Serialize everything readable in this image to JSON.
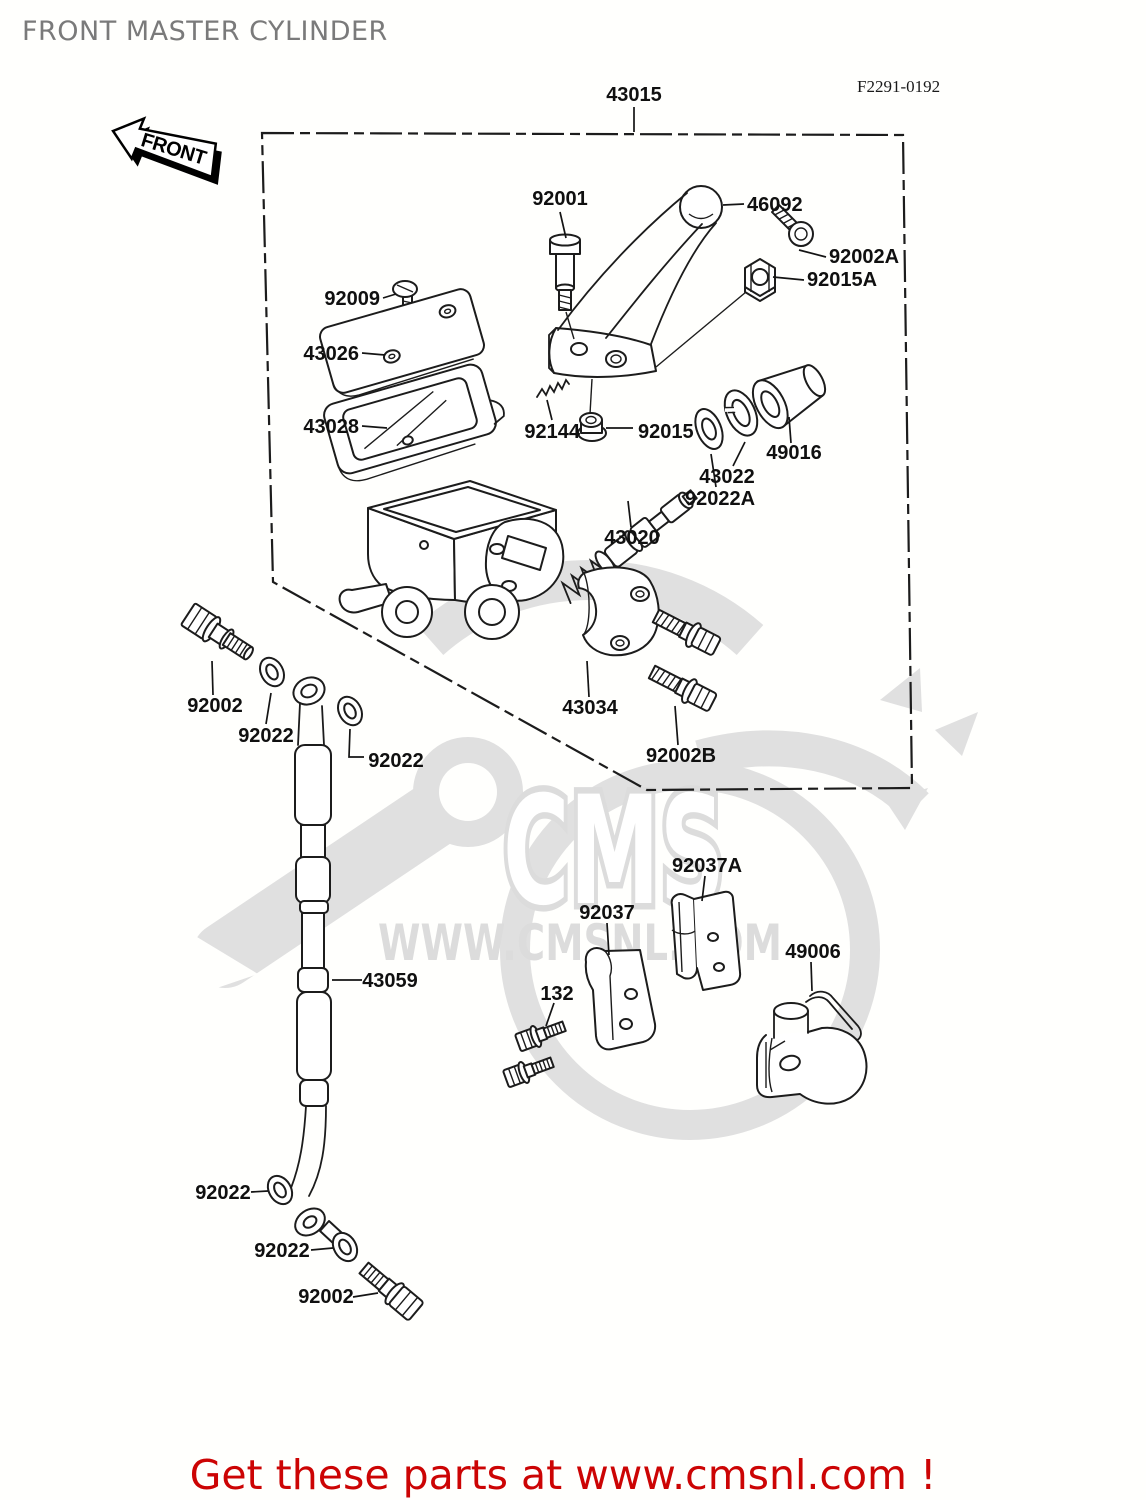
{
  "page": {
    "title": "FRONT MASTER CYLINDER",
    "fiche_code": "F2291-0192",
    "footer_text": "Get these parts at www.cmsnl.com !"
  },
  "watermark": {
    "logo_text": "CMS",
    "site_text": "WWW.CMSNL.COM"
  },
  "diagram": {
    "front_arrow_label": "FRONT",
    "labels": [
      "43015",
      "92001",
      "46092",
      "92002A",
      "92015A",
      "92009",
      "43026",
      "43028",
      "92144",
      "92015",
      "43022",
      "92022A",
      "49016",
      "43020",
      "43034",
      "92002B",
      "92002",
      "92022",
      "92022",
      "43059",
      "92037",
      "92037A",
      "132",
      "49006",
      "92022",
      "92022",
      "92002"
    ]
  }
}
